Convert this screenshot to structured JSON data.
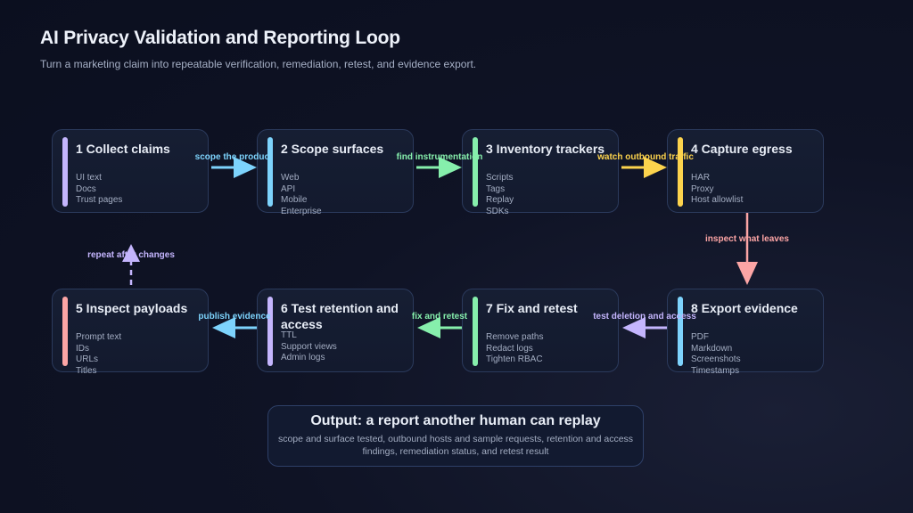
{
  "header": {
    "title": "AI Privacy Validation and Reporting Loop",
    "subtitle": "Turn a marketing claim into repeatable verification, remediation, retest, and evidence export."
  },
  "nodes": [
    {
      "title": "1 Collect claims",
      "color": "#c4b5fd",
      "items": [
        "UI text",
        "Docs",
        "Trust pages"
      ]
    },
    {
      "title": "2 Scope surfaces",
      "color": "#7dd3fc",
      "items": [
        "Web",
        "API",
        "Mobile",
        "Enterprise"
      ]
    },
    {
      "title": "3 Inventory trackers",
      "color": "#86efac",
      "items": [
        "Scripts",
        "Tags",
        "Replay",
        "SDKs"
      ]
    },
    {
      "title": "4 Capture egress",
      "color": "#fcd34d",
      "items": [
        "HAR",
        "Proxy",
        "Host allowlist"
      ]
    },
    {
      "title": "5 Inspect payloads",
      "color": "#fca5a5",
      "items": [
        "Prompt text",
        "IDs",
        "URLs",
        "Titles"
      ]
    },
    {
      "title": "6 Test retention and access",
      "color": "#c4b5fd",
      "items": [
        "TTL",
        "Support views",
        "Admin logs"
      ]
    },
    {
      "title": "7 Fix and retest",
      "color": "#86efac",
      "items": [
        "Remove paths",
        "Redact logs",
        "Tighten RBAC"
      ]
    },
    {
      "title": "8 Export evidence",
      "color": "#7dd3fc",
      "items": [
        "PDF",
        "Markdown",
        "Screenshots",
        "Timestamps"
      ]
    }
  ],
  "edges": [
    {
      "label": "scope the product",
      "color": "#7dd3fc"
    },
    {
      "label": "find instrumentation",
      "color": "#86efac"
    },
    {
      "label": "watch outbound traffic",
      "color": "#fcd34d"
    },
    {
      "label": "inspect what leaves",
      "color": "#fca5a5"
    },
    {
      "label": "test deletion and access",
      "color": "#c4b5fd"
    },
    {
      "label": "fix and retest",
      "color": "#86efac"
    },
    {
      "label": "publish evidence",
      "color": "#7dd3fc"
    },
    {
      "label": "repeat after changes",
      "color": "#c4b5fd"
    }
  ],
  "output": {
    "title": "Output: a report another human can replay",
    "description": "scope and surface tested, outbound hosts and sample requests, retention and access findings, remediation status, and retest result"
  }
}
